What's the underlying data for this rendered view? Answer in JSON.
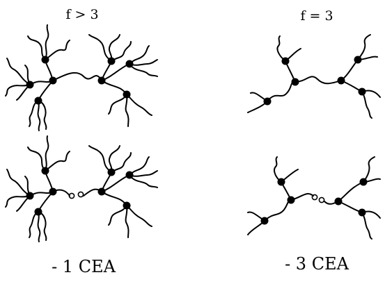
{
  "labels": {
    "top_left": "f > 3",
    "top_right": "f = 3",
    "bottom_left": "- 1 CEA",
    "bottom_right": "- 3 CEA"
  },
  "colors": {
    "ink": "#000000",
    "background": "#ffffff"
  }
}
